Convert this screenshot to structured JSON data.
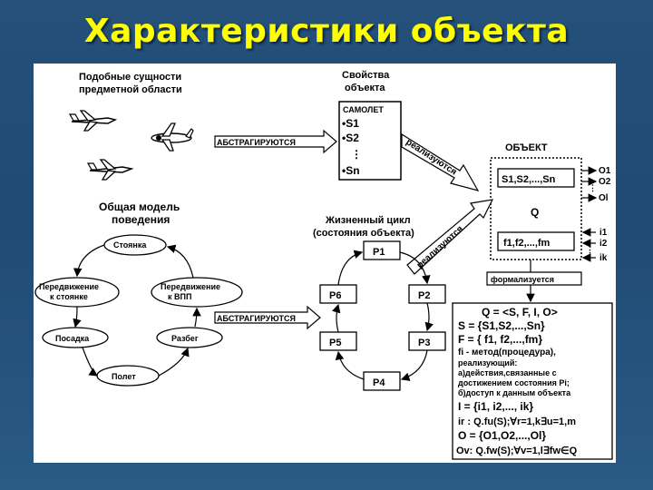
{
  "title": "Характеристики объекта",
  "left": {
    "heading_line1": "Подобные сущности",
    "heading_line2": "предметной области",
    "model_line1": "Общая модель",
    "model_line2": "поведения",
    "nodes": {
      "parking": "Стоянка",
      "move_parking_1": "Передвижение",
      "move_parking_2": "к стоянке",
      "move_runway_1": "Передвижение",
      "move_runway_2": "к ВПП",
      "landing": "Посадка",
      "takeoff": "Разбег",
      "flight": "Полет"
    }
  },
  "arrows": {
    "abstract_top": "АБСТРАГИРУЮТСЯ",
    "abstract_bottom": "АБСТРАГИРУЮТСЯ",
    "realize_1": "реализуются",
    "realize_2": "реализуются",
    "formalize": "формализуется"
  },
  "props": {
    "heading_line1": "Свойства",
    "heading_line2": "объекта",
    "box_title": "САМОЛЕТ",
    "s1": "•S1",
    "s2": "•S2",
    "sn": "•Sn",
    "dots": "⋮"
  },
  "object": {
    "label": "ОБЪЕКТ",
    "states": "S1,S2,...,Sn",
    "q": "Q",
    "funcs": "f1,f2,...,fm",
    "outputs": [
      "O1",
      "O2",
      "Ol"
    ],
    "inputs": [
      "i1",
      "i2",
      "ik"
    ]
  },
  "cycle": {
    "heading_line1": "Жизненный цикл",
    "heading_line2": "(состояния объекта)",
    "p1": "P1",
    "p2": "P2",
    "p3": "P3",
    "p4": "P4",
    "p5": "P5",
    "p6": "P6"
  },
  "formal": [
    "Q = <S, F, I, O>",
    "S = {S1,S2,...,Sn}",
    "F = { f1, f2,...,fm}",
    "fi - метод(процедура),",
    "реализующий:",
    "а)действия,связанные с",
    "достижением состояния Pi;",
    "б)доступ к данным объекта",
    "I = {i1, i2,..., ik}",
    "ir : Q.fu(S);∀r=1,k∃u=1,m",
    "O = {O1,O2,...,Ol}",
    "Ov: Q.fw(S);∀v=1,l∃fw∈Q"
  ]
}
